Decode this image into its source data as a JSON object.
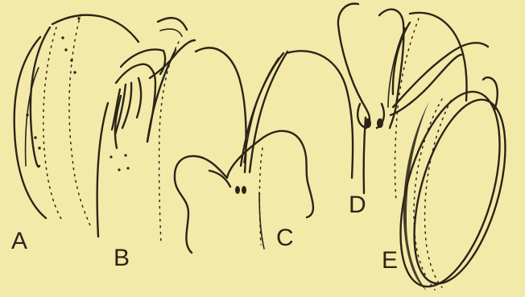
{
  "figure": {
    "labels": {
      "a": "A",
      "b": "B",
      "c": "C",
      "d": "D",
      "e": "E"
    },
    "colors": {
      "background": "#f3eaa9",
      "ink": "#2b2417"
    }
  }
}
